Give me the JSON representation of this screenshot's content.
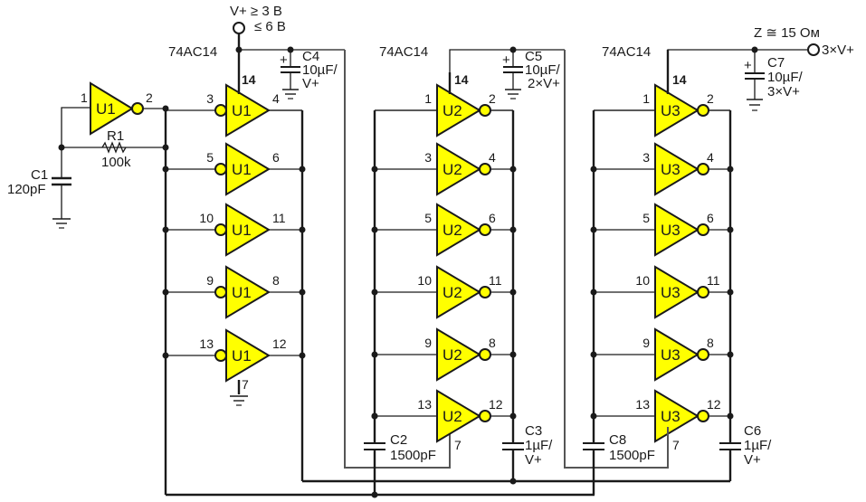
{
  "chip_label": "74AC14",
  "supply_in": {
    "line1": "V+ ≥ 3 B",
    "line2": "≤ 6 B"
  },
  "supply_out": {
    "impedance": "Z ≅ 15 Ом",
    "label": "3×V+"
  },
  "colors": {
    "gate_fill": "#ffff00",
    "wire": "#1a1a1a",
    "gnd_link": "#555555"
  },
  "components": {
    "C1": {
      "name": "C1",
      "value": "120pF"
    },
    "R1": {
      "name": "R1",
      "value": "100k"
    },
    "C2": {
      "name": "C2",
      "value": "1500pF"
    },
    "C3": {
      "name": "C3",
      "value": "1µF/",
      "rating": "V+"
    },
    "C4": {
      "name": "C4",
      "value": "10µF/",
      "rating": "V+"
    },
    "C5": {
      "name": "C5",
      "value": "10µF/",
      "rating": "2×V+"
    },
    "C6": {
      "name": "C6",
      "value": "1µF/",
      "rating": "V+"
    },
    "C7": {
      "name": "C7",
      "value": "10µF/",
      "rating": "3×V+"
    },
    "C8": {
      "name": "C8",
      "value": "1500pF"
    }
  },
  "plus_sign": "+",
  "osc_gate": {
    "unit": "U1",
    "in_pin": "1",
    "out_pin": "2"
  },
  "u1": {
    "unit": "U1",
    "vcc_pin": "14",
    "gnd_pin": "7",
    "gates": [
      {
        "in": "3",
        "out": "4"
      },
      {
        "in": "5",
        "out": "6"
      },
      {
        "in": "10",
        "out": "11"
      },
      {
        "in": "9",
        "out": "8"
      },
      {
        "in": "13",
        "out": "12"
      }
    ]
  },
  "u2": {
    "unit": "U2",
    "vcc_pin": "14",
    "gnd_pin": "7",
    "gates": [
      {
        "in": "1",
        "out": "2"
      },
      {
        "in": "3",
        "out": "4"
      },
      {
        "in": "5",
        "out": "6"
      },
      {
        "in": "10",
        "out": "11"
      },
      {
        "in": "9",
        "out": "8"
      },
      {
        "in": "13",
        "out": "12"
      }
    ]
  },
  "u3": {
    "unit": "U3",
    "vcc_pin": "14",
    "gnd_pin": "7",
    "gates": [
      {
        "in": "1",
        "out": "2"
      },
      {
        "in": "3",
        "out": "4"
      },
      {
        "in": "5",
        "out": "6"
      },
      {
        "in": "10",
        "out": "11"
      },
      {
        "in": "9",
        "out": "8"
      },
      {
        "in": "13",
        "out": "12"
      }
    ]
  }
}
